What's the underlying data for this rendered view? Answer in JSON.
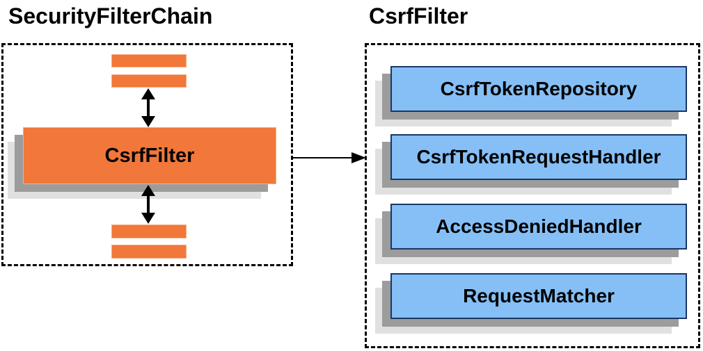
{
  "diagram": {
    "left": {
      "title": "SecurityFilterChain",
      "csrf_filter_label": "CsrfFilter"
    },
    "right": {
      "title": "CsrfFilter",
      "components": [
        {
          "label": "CsrfTokenRepository"
        },
        {
          "label": "CsrfTokenRequestHandler"
        },
        {
          "label": "AccessDeniedHandler"
        },
        {
          "label": "RequestMatcher"
        }
      ]
    },
    "colors": {
      "orange_fill": "#f1773a",
      "orange_border": "#f9ad7c",
      "blue_fill": "#85bff6",
      "blue_border": "#1a3664",
      "shadow_dark": "#9c9c9c",
      "shadow_light": "#e0e0e0",
      "line": "#000000",
      "background": "#ffffff"
    }
  }
}
